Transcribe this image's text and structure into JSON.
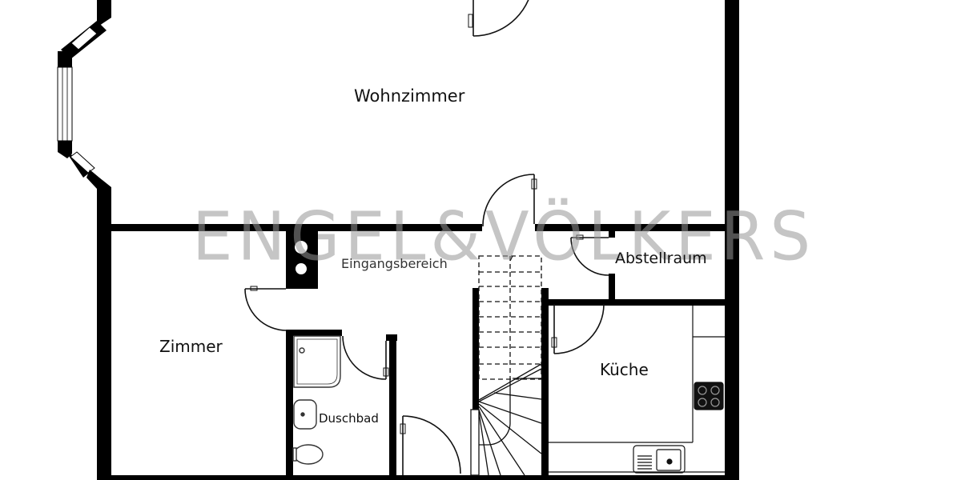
{
  "plan": {
    "type": "floor-plan",
    "background": "#ffffff",
    "wall_color": "#000000",
    "line_color": "#111111",
    "watermark": {
      "text": "ENGEL&VÖLKERS",
      "color": "#969696"
    },
    "rooms": [
      {
        "id": "wohnzimmer",
        "label": "Wohnzimmer"
      },
      {
        "id": "eingangsbereich",
        "label": "Eingangsbereich"
      },
      {
        "id": "abstellraum",
        "label": "Abstellraum"
      },
      {
        "id": "zimmer",
        "label": "Zimmer"
      },
      {
        "id": "duschbad",
        "label": "Duschbad"
      },
      {
        "id": "kueche",
        "label": "Küche"
      }
    ],
    "fixtures": [
      {
        "room": "duschbad",
        "item": "shower"
      },
      {
        "room": "duschbad",
        "item": "washbasin"
      },
      {
        "room": "duschbad",
        "item": "toilet"
      },
      {
        "room": "kueche",
        "item": "cooktop"
      },
      {
        "room": "kueche",
        "item": "sink"
      },
      {
        "room": "eingangsbereich",
        "item": "staircase"
      }
    ]
  }
}
